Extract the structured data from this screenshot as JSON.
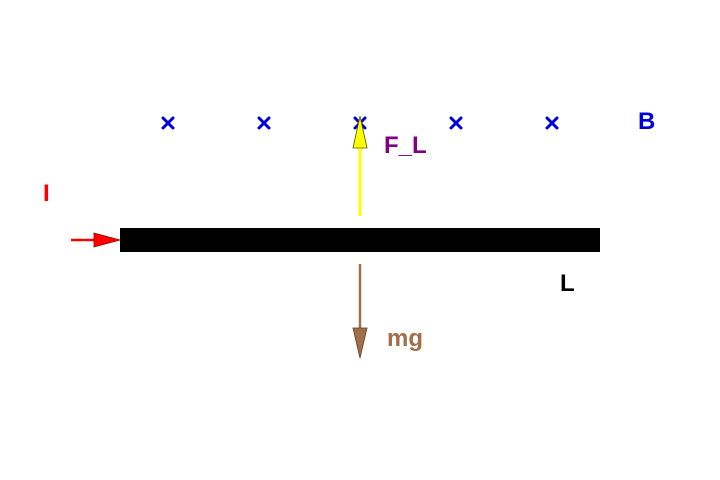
{
  "labels": {
    "field": "B",
    "current": "I",
    "lorentz_force": "F_L",
    "gravity": "mg",
    "length": "L"
  },
  "field_markers": {
    "symbol": "×",
    "direction": "into page",
    "count": 5
  },
  "colors": {
    "field": "#0000dd",
    "current": "#ff0000",
    "lorentz_force": "#800080",
    "lorentz_arrow": "#ffff00",
    "gravity": "#a0704a",
    "rod": "#000000",
    "length": "#000000"
  }
}
